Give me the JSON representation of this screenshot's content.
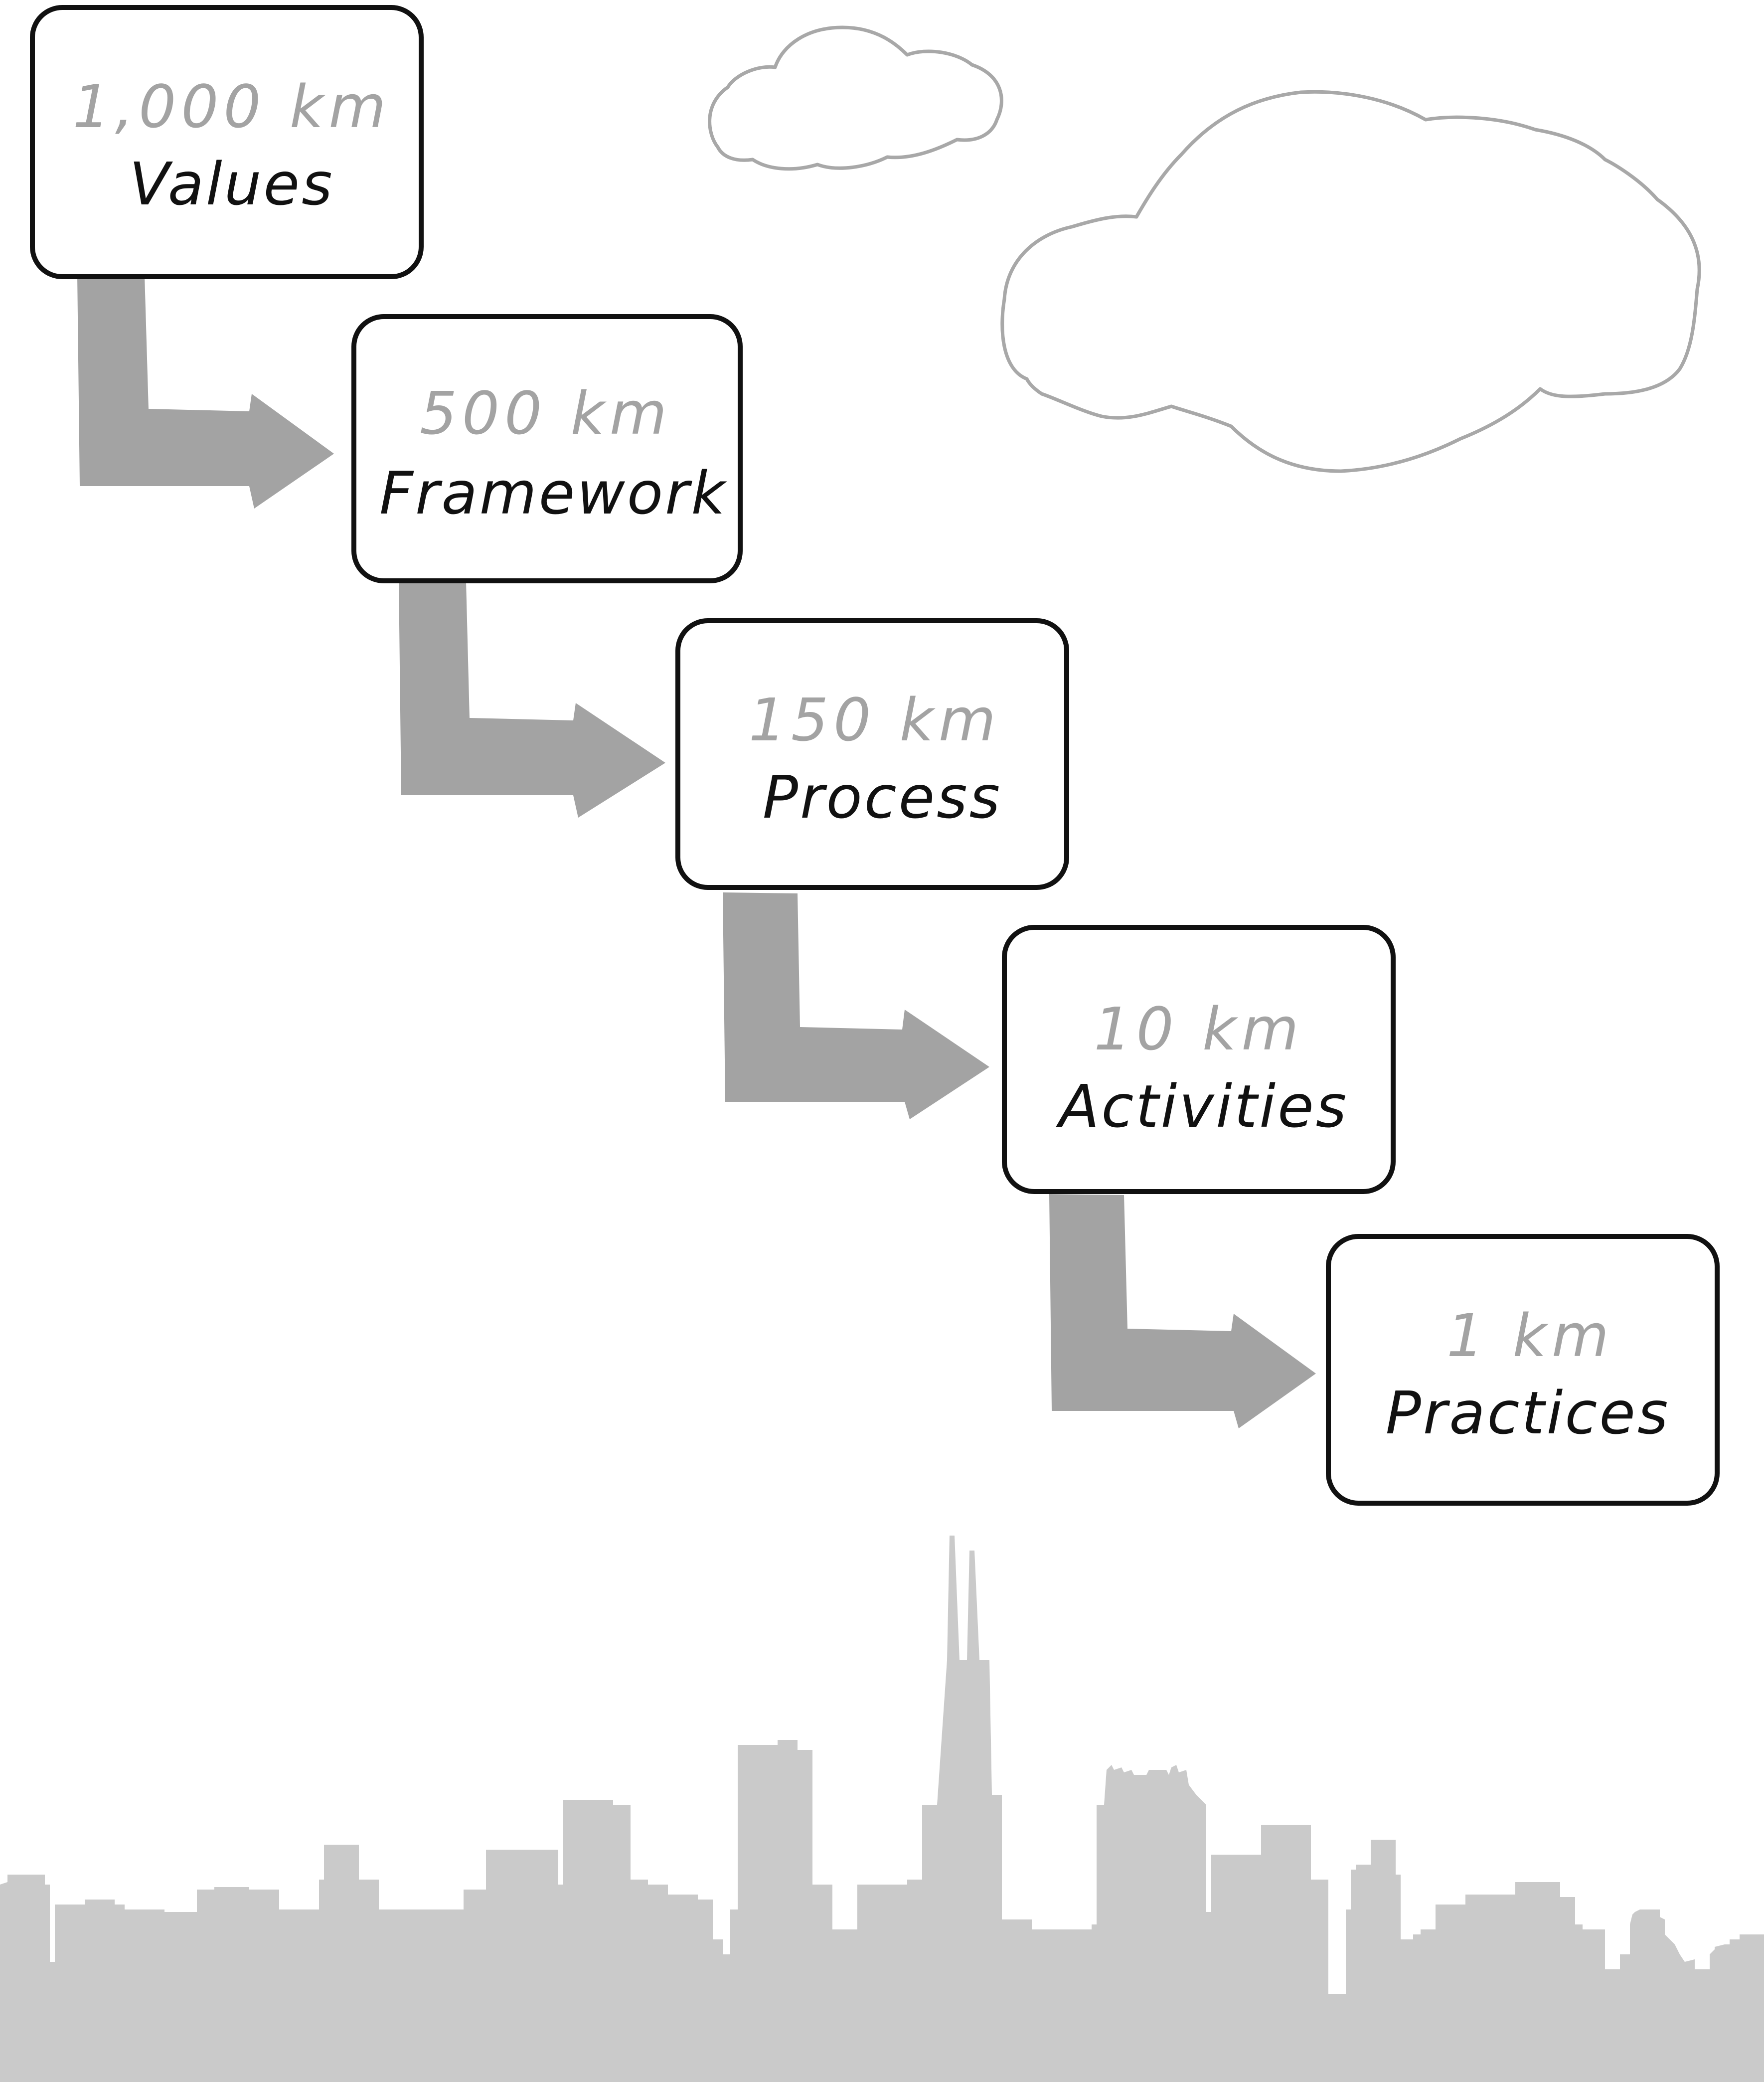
{
  "diagram": {
    "steps": [
      {
        "distance": "1,000 km",
        "label": "Values"
      },
      {
        "distance": "500 km",
        "label": "Framework"
      },
      {
        "distance": "150 km",
        "label": "Process"
      },
      {
        "distance": "10 km",
        "label": "Activities"
      },
      {
        "distance": "1 km",
        "label": "Practices"
      }
    ]
  },
  "colors": {
    "box_border": "#111111",
    "distance_text": "#a3a3a3",
    "label_text": "#111111",
    "arrow": "#a3a3a3",
    "cloud_outline": "#a8a8a8",
    "skyline": "#cacaca",
    "background": "#ffffff"
  },
  "icons": {
    "clouds": [
      "cloud-icon",
      "cloud-icon"
    ],
    "skyline": "city-skyline-icon"
  }
}
